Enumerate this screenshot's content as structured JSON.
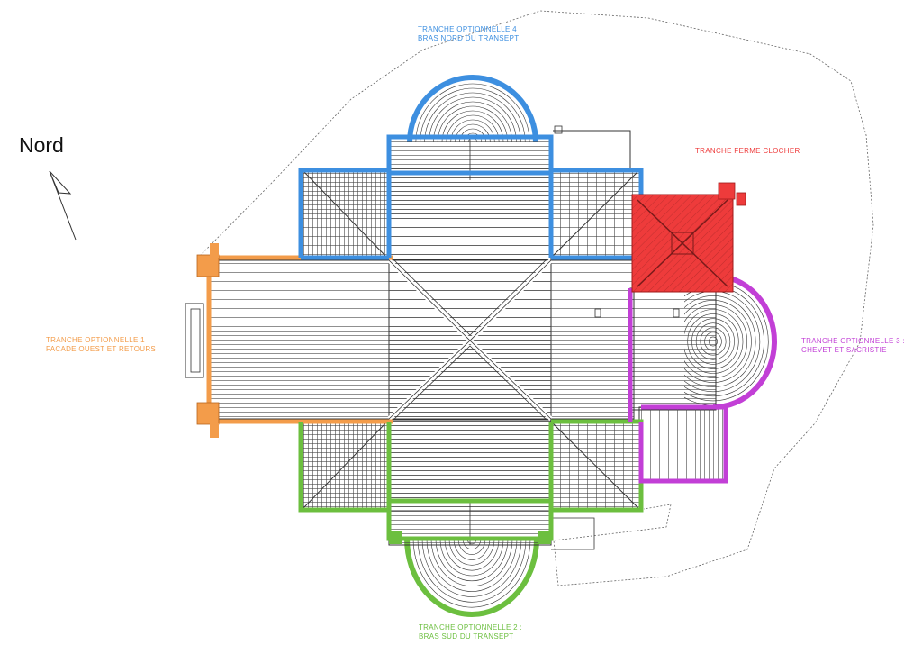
{
  "north": {
    "label": "Nord"
  },
  "colors": {
    "lines": "#333333",
    "site": "#555555",
    "west": "#f39c4a",
    "north": "#3d8fe0",
    "south": "#6cbf3f",
    "chevet": "#c23fd6",
    "tower": "#ee3b3b"
  },
  "labels": {
    "tranche_1": {
      "line1": "TRANCHE OPTIONNELLE 1",
      "line2": "FACADE OUEST ET RETOURS"
    },
    "tranche_2": {
      "line1": "TRANCHE OPTIONNELLE 2 :",
      "line2": "BRAS SUD DU TRANSEPT"
    },
    "tranche_3": {
      "line1": "TRANCHE OPTIONNELLE 3 :",
      "line2": "CHEVET ET SACRISTIE"
    },
    "tranche_4": {
      "line1": "TRANCHE OPTIONNELLE 4 :",
      "line2": "BRAS NORD DU TRANSEPT"
    },
    "tranche_ferme": {
      "line1": "TRANCHE FERME CLOCHER"
    }
  }
}
